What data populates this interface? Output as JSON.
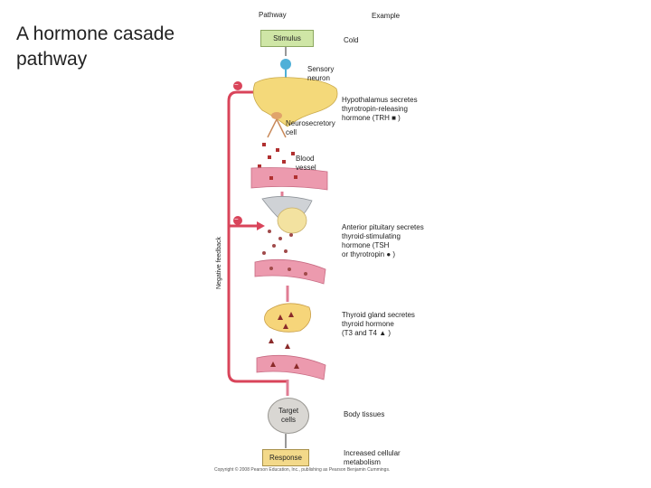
{
  "title": "A hormone casade pathway",
  "headers": {
    "pathway": "Pathway",
    "example": "Example"
  },
  "boxes": {
    "stimulus": "Stimulus",
    "target": "Target\ncells",
    "response": "Response"
  },
  "labels": {
    "sensory": "Sensory\nneuron",
    "neurosecretory": "Neurosecretory\ncell",
    "blood": "Blood\nvessel",
    "negative_feedback": "Negative feedback",
    "minus1": "−",
    "minus2": "−"
  },
  "examples": {
    "cold": "Cold",
    "hypothalamus": "Hypothalamus secretes\nthyrotropin-releasing\nhormone (TRH ■ )",
    "pituitary": "Anterior pituitary secretes\nthyroid-stimulating\nhormone (TSH\nor thyrotropin ● )",
    "thyroid": "Thyroid gland secretes\nthyroid hormone\n(T3 and T4 ▲ )",
    "tissues": "Body tissues",
    "metabolism": "Increased cellular\nmetabolism"
  },
  "copyright": "Copyright © 2008 Pearson Education, Inc., publishing as Pearson Benjamin Cummings.",
  "colors": {
    "feedback_line": "#d9445a",
    "vessel": "#ec9aae",
    "hypothalamus": "#f4d97a",
    "pituitary": "#f3e2a0",
    "thyroid": "#f6d57a",
    "neuron": "#4fb0d8",
    "trh": "#b03030",
    "tsh": "#a04a4a",
    "t3t4": "#8a2a2a"
  }
}
